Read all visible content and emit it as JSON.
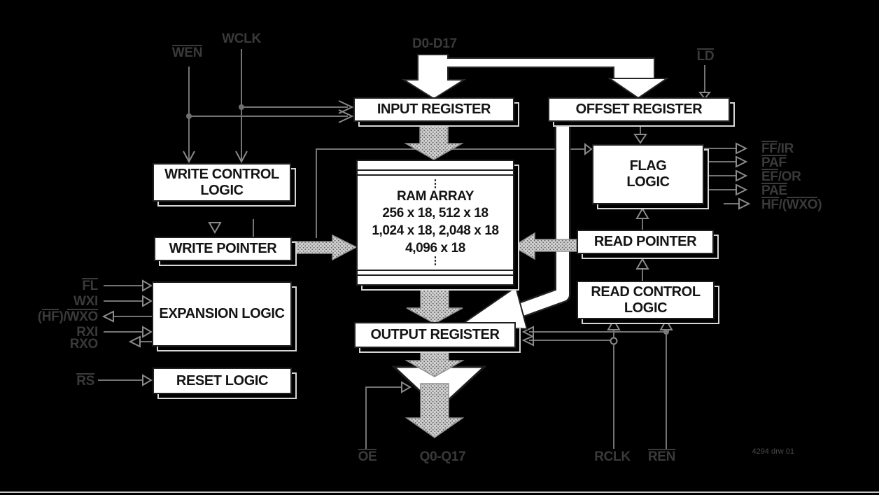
{
  "diagram_title": "FIFO functional block diagram",
  "colors": {
    "background": "#000000",
    "box_fill": "#ffffff",
    "box_border": "#1f1f1f",
    "box_text": "#141414",
    "wire": "#747474",
    "outside_label": "#3a3a3a",
    "halftone_fill": "#d2d2d2",
    "big_arrow_fill": "#ffffff"
  },
  "boxes": {
    "input_register": {
      "label": "INPUT REGISTER"
    },
    "offset_register": {
      "label": "OFFSET REGISTER"
    },
    "write_control": {
      "line1": "WRITE CONTROL",
      "line2": "LOGIC"
    },
    "flag_logic": {
      "line1": "FLAG",
      "line2": "LOGIC"
    },
    "ram_array": {
      "title": "RAM ARRAY",
      "sizes": [
        "256 x 18, 512 x 18",
        "1,024 x 18, 2,048 x 18",
        "4,096 x 18"
      ],
      "ellipsis": "⋮"
    },
    "write_pointer": {
      "label": "WRITE POINTER"
    },
    "read_pointer": {
      "label": "READ POINTER"
    },
    "read_control": {
      "line1": "READ CONTROL",
      "line2": "LOGIC"
    },
    "expansion_logic": {
      "label": "EXPANSION LOGIC"
    },
    "reset_logic": {
      "label": "RESET LOGIC"
    },
    "output_register": {
      "label": "OUTPUT REGISTER"
    }
  },
  "signals": {
    "wen": [
      [
        "WEN",
        1
      ]
    ],
    "wclk": [
      [
        "WCLK",
        0
      ]
    ],
    "d0_d17": [
      [
        "D0-D17",
        0
      ]
    ],
    "ld": [
      [
        "LD",
        1
      ]
    ],
    "ff_ir": [
      [
        "FF",
        1
      ],
      [
        "/IR",
        0
      ]
    ],
    "paf": [
      [
        "PAF",
        1
      ]
    ],
    "ef_or": [
      [
        "EF",
        1
      ],
      [
        "/OR",
        0
      ]
    ],
    "pae": [
      [
        "PAE",
        1
      ]
    ],
    "hf_wxo": [
      [
        "HF",
        1
      ],
      [
        "/(",
        0
      ],
      [
        "WXO",
        1
      ],
      [
        ")",
        0
      ]
    ],
    "fl": [
      [
        "FL",
        1
      ]
    ],
    "wxi": [
      [
        "WXI",
        0
      ]
    ],
    "hf_wxo_left": [
      [
        "(",
        0
      ],
      [
        "HF",
        1
      ],
      [
        ")/",
        0
      ],
      [
        "WXO",
        1
      ]
    ],
    "rxi": [
      [
        "RXI",
        0
      ]
    ],
    "rxo": [
      [
        "RXO",
        0
      ]
    ],
    "rs": [
      [
        "RS",
        1
      ]
    ],
    "oe": [
      [
        "OE",
        1
      ]
    ],
    "q0_q17": [
      [
        "Q0-Q17",
        0
      ]
    ],
    "rclk": [
      [
        "RCLK",
        0
      ]
    ],
    "ren": [
      [
        "REN",
        1
      ]
    ]
  },
  "note": "4294 drw 01"
}
